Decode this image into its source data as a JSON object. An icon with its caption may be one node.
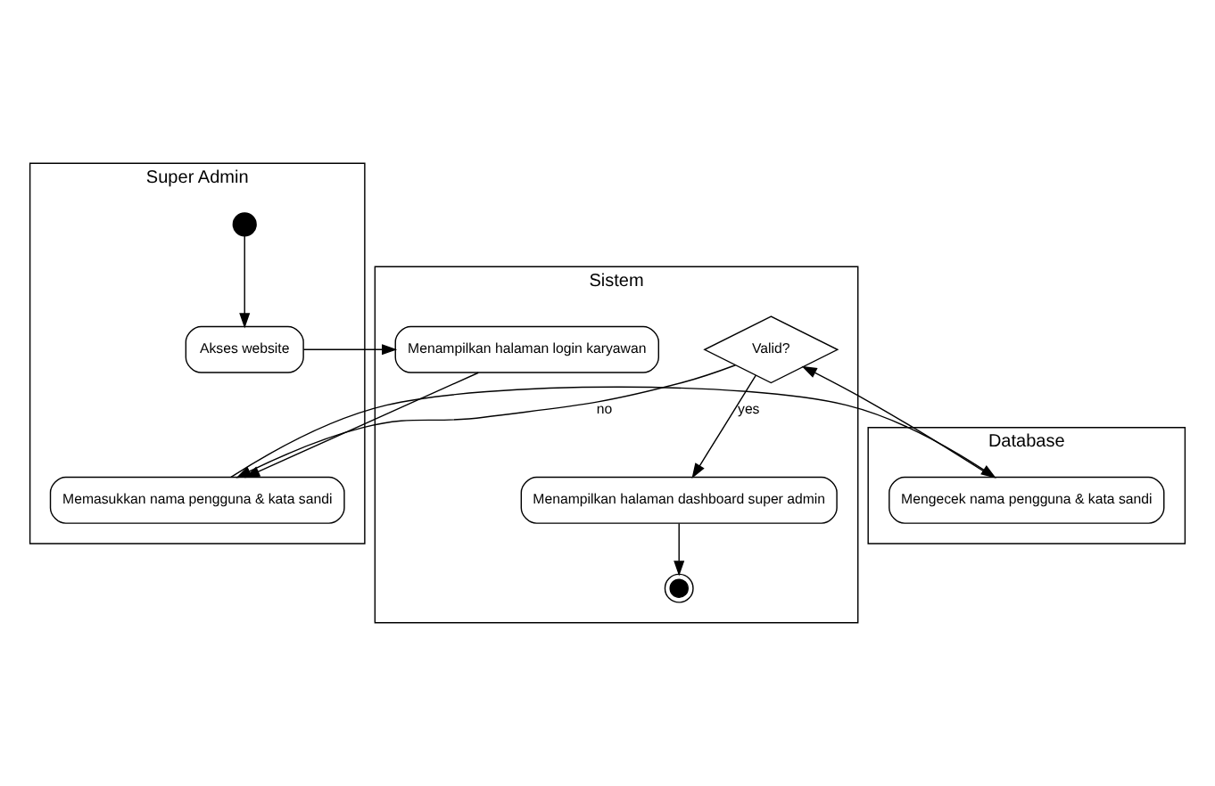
{
  "diagram": {
    "nodes": [
      {
        "text": [
          "Super Admin"
        ]
      },
      {
        "text": [
          "Sistem"
        ]
      },
      {
        "text": [
          "Database"
        ]
      },
      {
        "text": [],
        "shape": "circle",
        "in": 0
      },
      {
        "text": [
          "Akses website"
        ],
        "in": 0
      },
      {
        "text": [
          "Menampilkan halaman login karyawan"
        ],
        "in": 1
      },
      {
        "text": [
          "Memasukkan nama pengguna & kata sandi"
        ],
        "in": 0
      },
      {
        "text": [
          "Mengecek nama pengguna & kata sandi"
        ],
        "in": 2
      },
      {
        "text": [
          "Valid?"
        ],
        "in": 1
      },
      {
        "text": [
          "Menampilkan halaman dashboard super admin"
        ],
        "in": 1
      },
      {
        "text": [],
        "shape": "bullseye",
        "in": 1
      }
    ],
    "edges": [
      {
        "from": 3,
        "to": 4,
        "arrow": "to"
      },
      {
        "from": 4,
        "to": 5,
        "arrow": "to"
      },
      {
        "from": 5,
        "to": 6,
        "arrow": "to"
      },
      {
        "from": 6,
        "to": 7,
        "arrow": "to"
      },
      {
        "from": 7,
        "to": 8,
        "arrow": "to"
      },
      {
        "from": 8,
        "to": 6,
        "arrow": "to",
        "label": "no"
      },
      {
        "from": 8,
        "to": 9,
        "arrow": "to",
        "label": "yes"
      },
      {
        "from": 9,
        "to": 10,
        "arrow": "to"
      }
    ]
  }
}
